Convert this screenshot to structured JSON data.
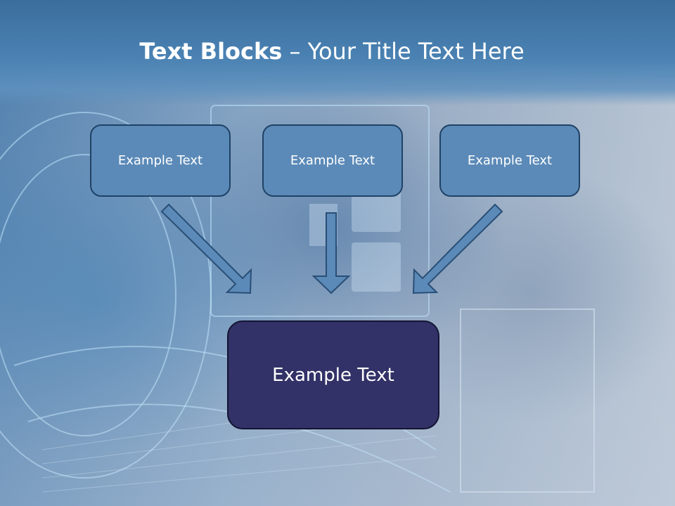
{
  "slide": {
    "title_bold": "Text Blocks",
    "title_dash": " – ",
    "title_rest": "Your Title Text Here"
  },
  "diagram": {
    "top_boxes": [
      "Example Text",
      "Example Text",
      "Example Text"
    ],
    "bottom_box": "Example Text"
  },
  "colors": {
    "header": "#4a82b3",
    "top_box_fill": "#5b8ab8",
    "top_box_border": "#1f4266",
    "bottom_box_fill": "#323268",
    "arrow_fill": "#5b8ab8",
    "arrow_stroke": "#2a4e75"
  }
}
